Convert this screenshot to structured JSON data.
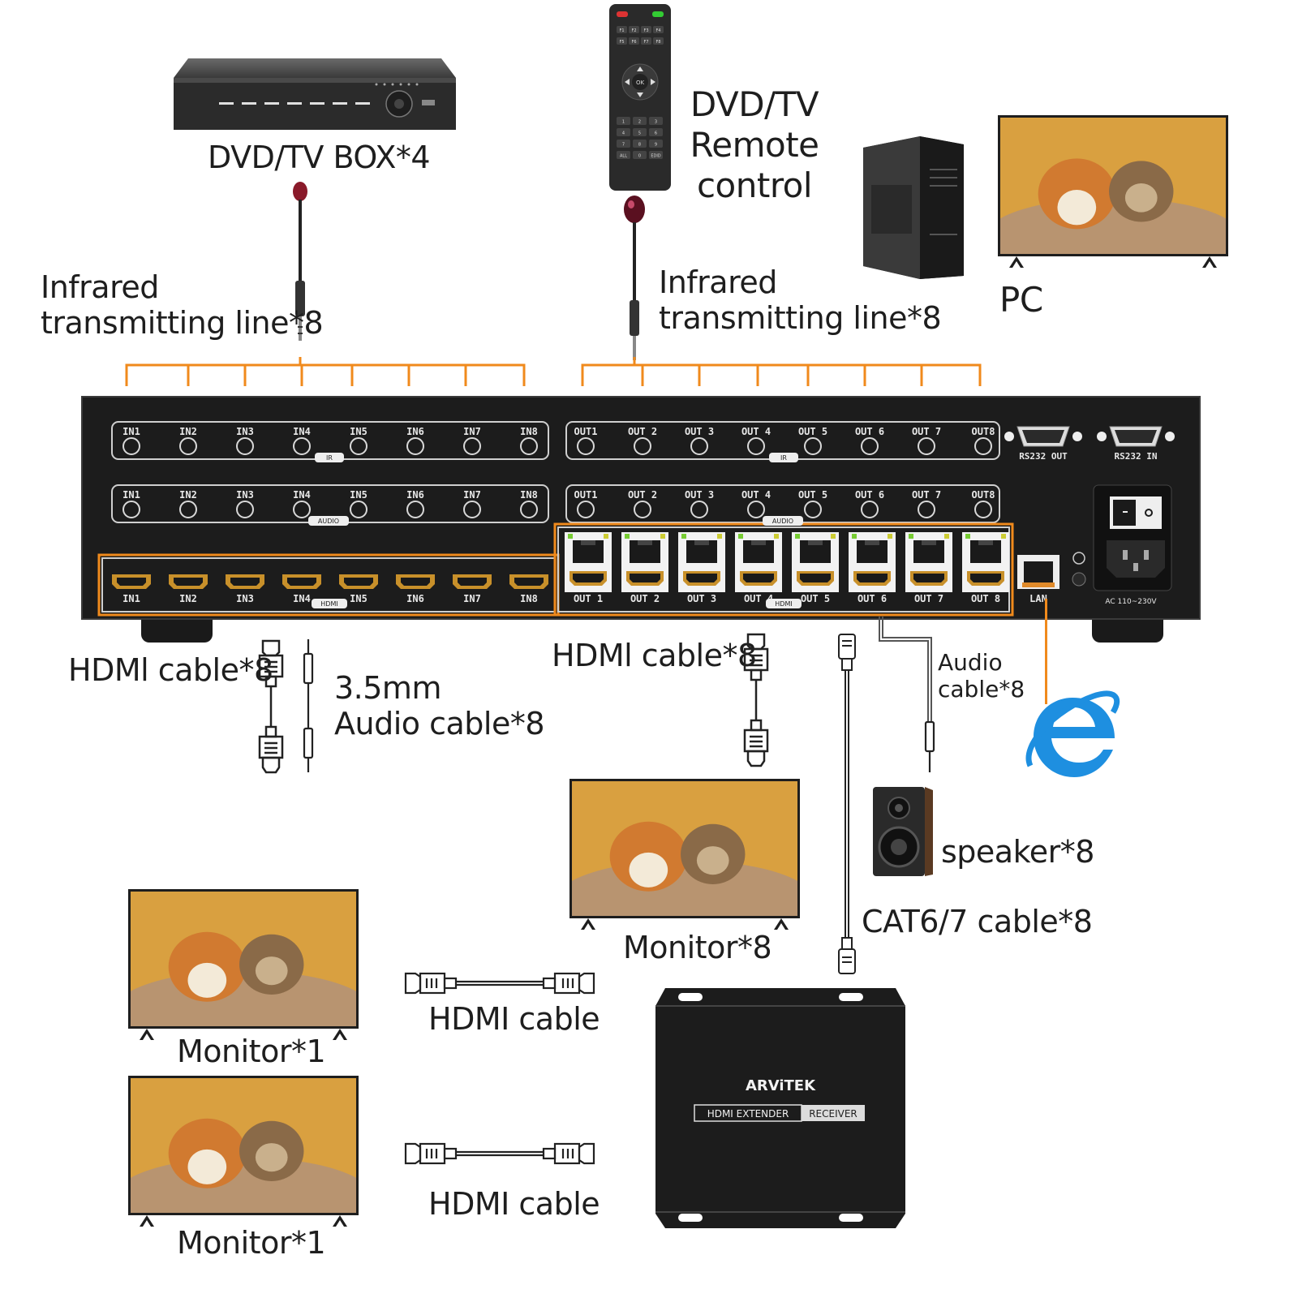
{
  "labels": {
    "dvd_box": "DVD/TV BOX*4",
    "remote": "DVD/TV\nRemote\ncontrol",
    "pc": "PC",
    "ir_left": "Infrared\ntransmitting line*8",
    "ir_right": "Infrared\ntransmitting line*8",
    "hdmi_in_cable": "HDMl cable*8",
    "audio_35": "3.5mm\nAudio cable*8",
    "hdmi_out_cable": "HDMl cable*8",
    "audio_out": "Audio\ncable*8",
    "speaker": "speaker*8",
    "monitor8": "Monitor*8",
    "cat6": "CAT6/7 cable*8",
    "hdmi_cable_1": "HDMI cable",
    "hdmi_cable_2": "HDMI cable",
    "monitor1_top": "Monitor*1",
    "monitor1_bottom": "Monitor*1"
  },
  "matrix": {
    "ir_in": [
      "IN1",
      "IN2",
      "IN3",
      "IN4",
      "IN5",
      "IN6",
      "IN7",
      "IN8"
    ],
    "ir_out": [
      "OUT1",
      "OUT 2",
      "OUT 3",
      "OUT 4",
      "OUT 5",
      "OUT 6",
      "OUT 7",
      "OUT8"
    ],
    "ir_tag": "IR",
    "audio_in": [
      "IN1",
      "IN2",
      "IN3",
      "IN4",
      "IN5",
      "IN6",
      "IN7",
      "IN8"
    ],
    "audio_out": [
      "OUT1",
      "OUT 2",
      "OUT 3",
      "OUT 4",
      "OUT 5",
      "OUT 6",
      "OUT 7",
      "OUT8"
    ],
    "audio_tag": "AUDIO",
    "hdmi_in": [
      "IN1",
      "IN2",
      "IN3",
      "IN4",
      "IN5",
      "IN6",
      "IN7",
      "IN8"
    ],
    "hdmi_out": [
      "OUT 1",
      "OUT 2",
      "OUT 3",
      "OUT 4",
      "OUT 5",
      "OUT 6",
      "OUT 7",
      "OUT 8"
    ],
    "hdmi_tag": "HDMI",
    "rs232_out": "RS232 OUT",
    "rs232_in": "RS232 IN",
    "lan": "LAN",
    "power": "AC 110~230V"
  },
  "receiver": {
    "brand": "ARViTEK",
    "left_tag": "HDMI EXTENDER",
    "right_tag": "RECEIVER"
  },
  "remote_keys": {
    "fkeys": [
      "F1",
      "F2",
      "F3",
      "F4",
      "F5",
      "F6",
      "F7",
      "F8"
    ],
    "ok": "OK",
    "numpad": [
      "1",
      "2",
      "3",
      "4",
      "5",
      "6",
      "7",
      "8",
      "9",
      "ALL",
      "0",
      "EDID"
    ]
  },
  "colors": {
    "accent_orange": "#f08a1c",
    "chassis": "#1c1c1c",
    "ie_blue": "#1e8fe0"
  }
}
